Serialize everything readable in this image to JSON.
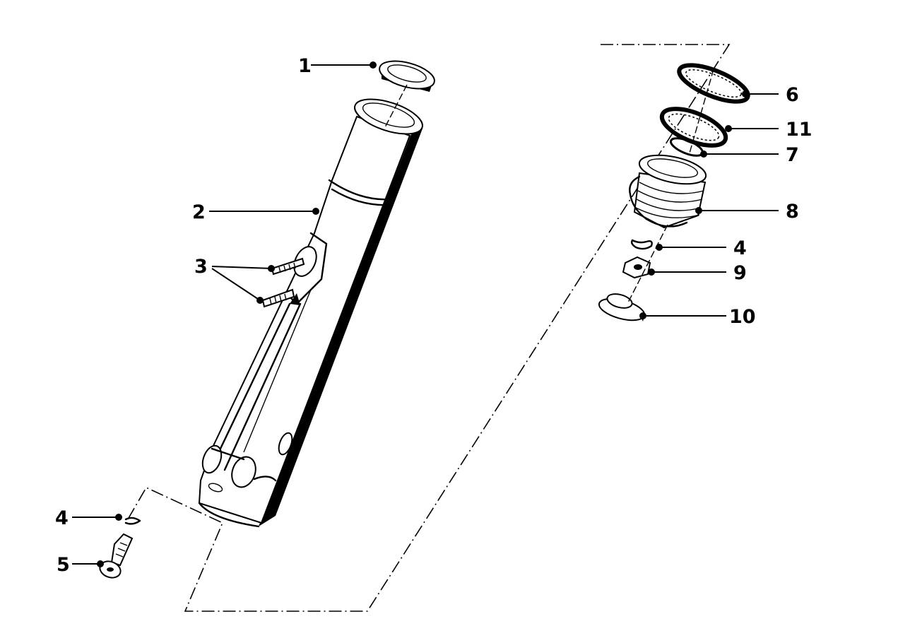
{
  "diagram": {
    "callouts": [
      {
        "id": "c1",
        "label": "1"
      },
      {
        "id": "c2",
        "label": "2"
      },
      {
        "id": "c3",
        "label": "3"
      },
      {
        "id": "c4a",
        "label": "4"
      },
      {
        "id": "c5",
        "label": "5"
      },
      {
        "id": "c6",
        "label": "6"
      },
      {
        "id": "c11",
        "label": "11"
      },
      {
        "id": "c7",
        "label": "7"
      },
      {
        "id": "c8",
        "label": "8"
      },
      {
        "id": "c4b",
        "label": "4"
      },
      {
        "id": "c9",
        "label": "9"
      },
      {
        "id": "c10",
        "label": "10"
      }
    ]
  }
}
